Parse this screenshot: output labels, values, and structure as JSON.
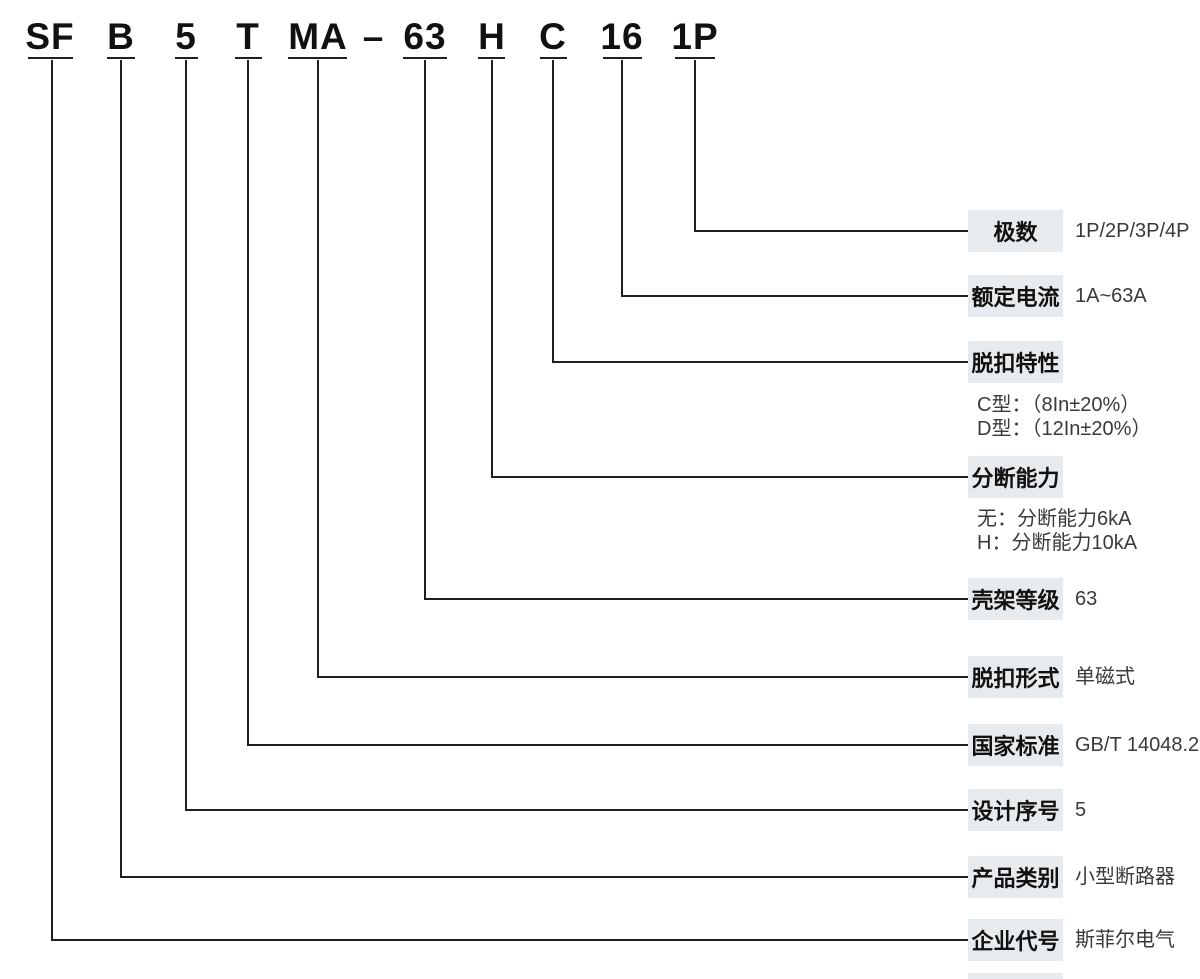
{
  "code": {
    "segments": [
      "SF",
      "B",
      "5",
      "T",
      "MA",
      "63",
      "H",
      "C",
      "16",
      "1P"
    ],
    "separator": "–"
  },
  "rows": [
    {
      "label": "极数",
      "value": "1P/2P/3P/4P"
    },
    {
      "label": "额定电流",
      "value": "1A~63A"
    },
    {
      "label": "脱扣特性",
      "value": "",
      "subs": [
        "C型：（8In±20%）",
        "D型：（12In±20%）"
      ]
    },
    {
      "label": "分断能力",
      "value": "",
      "subs": [
        "无：分断能力6kA",
        "H：分断能力10kA"
      ]
    },
    {
      "label": "壳架等级",
      "value": "63"
    },
    {
      "label": "脱扣形式",
      "value": "单磁式"
    },
    {
      "label": "国家标准",
      "value": "GB/T 14048.2"
    },
    {
      "label": "设计序号",
      "value": "5"
    },
    {
      "label": "产品类别",
      "value": "小型断路器"
    },
    {
      "label": "企业代号",
      "value": "斯菲尔电气"
    }
  ],
  "colors": {
    "box_bg": "#e8ebee",
    "line": "#1f1f1f",
    "label_text": "#111111",
    "value_text": "#3a3a3a"
  }
}
